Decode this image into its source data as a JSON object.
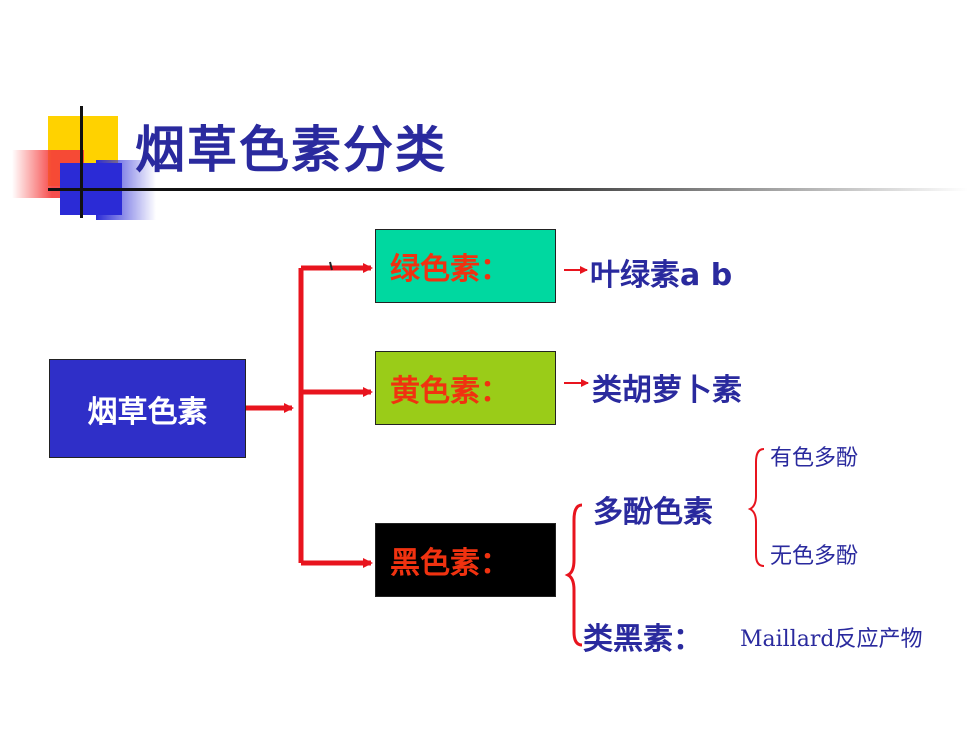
{
  "title": "烟草色素分类",
  "root": "烟草色素",
  "categories": {
    "green": "绿色素：",
    "yellow": "黄色素：",
    "black": "黑色素："
  },
  "items": {
    "chlorophyll": "叶绿素a b",
    "carotenoid": "类胡萝卜素",
    "polyphenol": "多酚色素",
    "colored_polyphenol": "有色多酚",
    "colorless_polyphenol": "无色多酚",
    "melanoid": "类黑素：",
    "maillard": "Maillard反应产物"
  },
  "colors": {
    "title": "#2a2a9e",
    "root_box": "#2f2fc8",
    "green_box": "#00d8a0",
    "yellow_box": "#9acc18",
    "black_box": "#000000",
    "category_text": "#f03210",
    "arrow": "#e8141e"
  }
}
